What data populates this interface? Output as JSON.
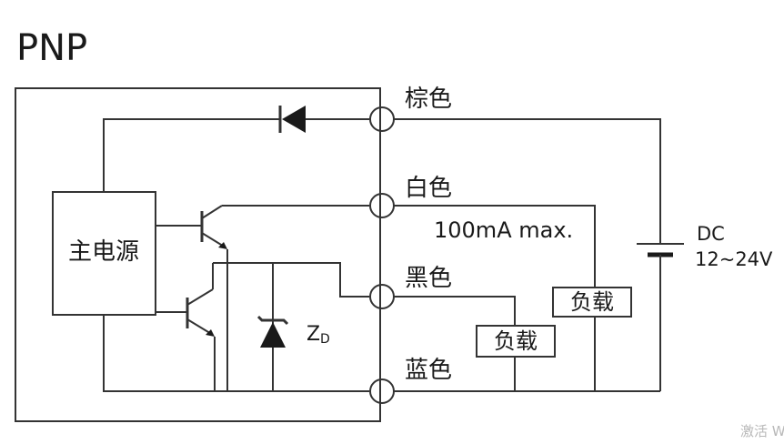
{
  "title": "PNP",
  "power_block": {
    "label": "主电源"
  },
  "terminals": {
    "brown": "棕色",
    "white": "白色",
    "black": "黑色",
    "blue": "蓝色"
  },
  "annotations": {
    "current_limit": "100mA max.",
    "zener_main": "Z",
    "zener_sub": "D",
    "dc_label": "DC",
    "dc_range": "12~24V"
  },
  "loads": {
    "load_label": "负载"
  },
  "watermark": "激活 W"
}
